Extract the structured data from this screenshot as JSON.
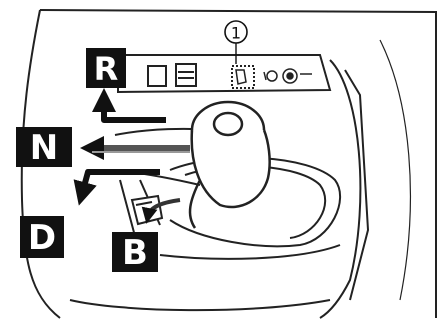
{
  "callout": {
    "number": "1"
  },
  "gears": {
    "reverse": "R",
    "neutral": "N",
    "drive": "D",
    "brake": "B"
  }
}
